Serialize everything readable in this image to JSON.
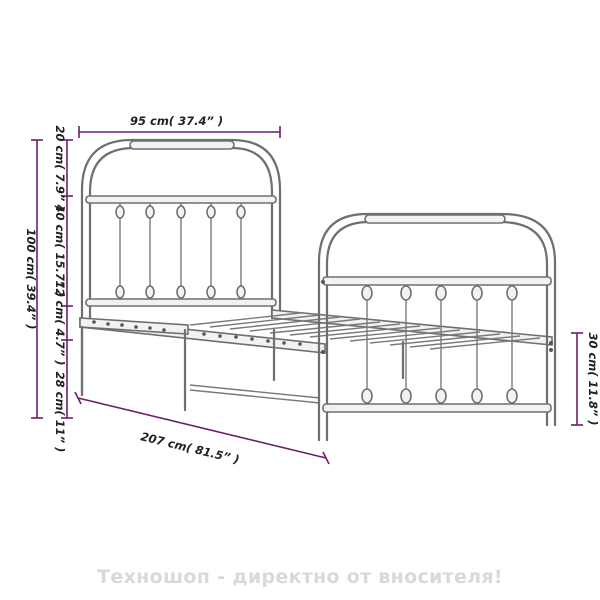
{
  "dimensions": {
    "width_label": "95 cm( 37.4” )",
    "length_label": "207 cm( 81.5” )",
    "height_total_label": "100 cm( 39.4” )",
    "top_curve_label": "20 cm( 7.9” )",
    "headboard_panel_label": "40 cm( 15.7” )",
    "frame_rail_label": "12 cm( 4.7” )",
    "leg_label": "28 cm( 11” )",
    "footboard_label": "30 cm( 11.8” )"
  },
  "watermark": "Техношоп - директно от вносителя!",
  "colors": {
    "dimension": "#6d1f6a",
    "frame": "#6f6f6f"
  }
}
